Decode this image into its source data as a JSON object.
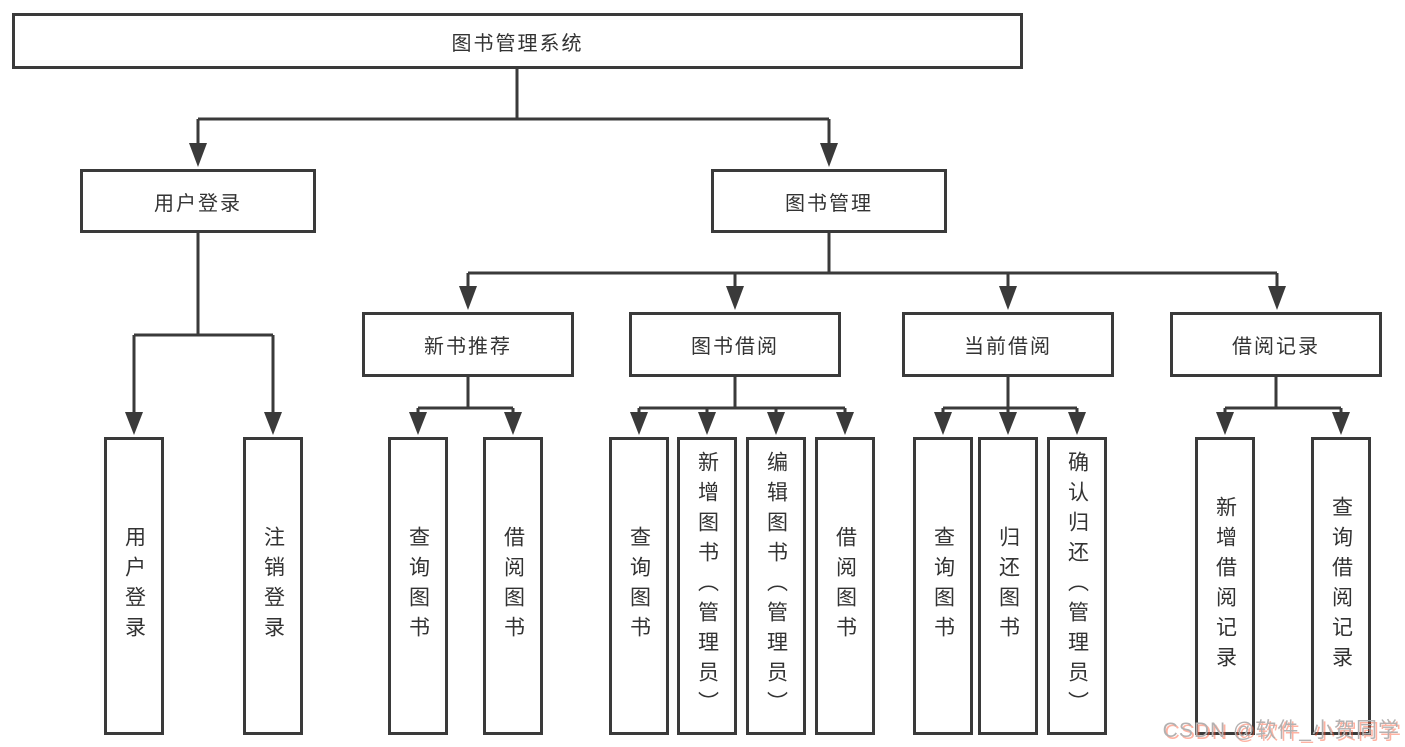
{
  "tree": {
    "root": {
      "label": "图书管理系统"
    },
    "branches": [
      {
        "label": "用户登录",
        "leaves": [
          "用户登录",
          "注销登录"
        ]
      },
      {
        "label": "图书管理",
        "children": [
          {
            "label": "新书推荐",
            "leaves": [
              "查询图书",
              "借阅图书"
            ]
          },
          {
            "label": "图书借阅",
            "leaves": [
              "查询图书",
              "新增图书（管理员）",
              "编辑图书（管理员）",
              "借阅图书"
            ]
          },
          {
            "label": "当前借阅",
            "leaves": [
              "查询图书",
              "归还图书",
              "确认归还（管理员）"
            ]
          },
          {
            "label": "借阅记录",
            "leaves": [
              "新增借阅记录",
              "查询借阅记录"
            ]
          }
        ]
      }
    ]
  },
  "watermark": {
    "text": "CSDN @软件_小贺同学"
  },
  "colors": {
    "line": "#3a3a3a",
    "text": "#333333",
    "background": "#ffffff",
    "watermark_gray": "#b3b1b1",
    "watermark_accent": "#fc5531"
  }
}
